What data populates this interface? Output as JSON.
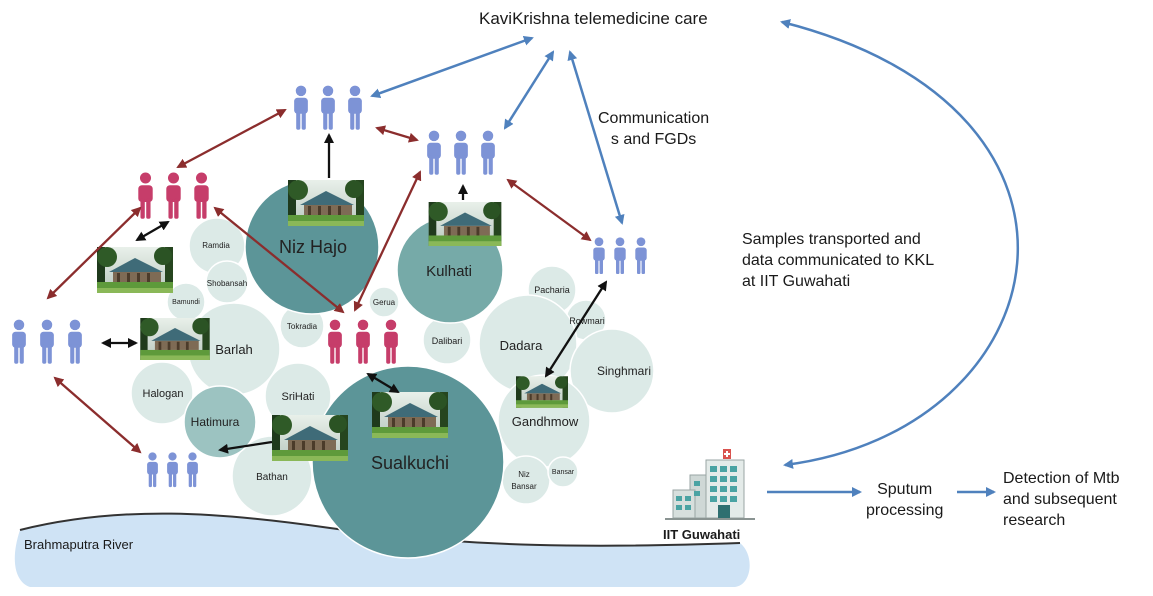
{
  "header": {
    "title": "KaviKrishna telemedicine care"
  },
  "notes": {
    "communications": [
      "Communication",
      "s and FGDs"
    ],
    "samples": [
      "Samples transported and",
      "data communicated to KKL",
      "at IIT Guwahati"
    ],
    "sputum": [
      "Sputum",
      "processing"
    ],
    "detection": [
      "Detection of Mtb",
      "and subsequent",
      "research"
    ]
  },
  "facility": {
    "name": "IIT Guwahati",
    "icon": "hospital-building-icon"
  },
  "river": {
    "name": "Brahmaputra River"
  },
  "villages": {
    "niz_hajo": "Niz Hajo",
    "kulhati": "Kulhati",
    "ramdia": "Ramdia",
    "shobansah": "Shobansah",
    "bamundi": "Bamundi",
    "gerua": "Gerua",
    "tokradia": "Tokradia",
    "pacharia": "Pacharia",
    "rowmari": "Rowmari",
    "dalibari": "Dalibari",
    "dadara": "Dadara",
    "singhmari": "Singhmari",
    "barlah": "Barlah",
    "halogan": "Halogan",
    "srihati": "SriHati",
    "hatimura": "Hatimura",
    "gandhmow": "Gandhmow",
    "sualkuchi": "Sualkuchi",
    "bathan": "Bathan",
    "niz_bansar": [
      "Niz",
      "Bansar"
    ],
    "bansar": "Bansar"
  },
  "colors": {
    "arrow_blue": "#4f81bd",
    "arrow_red": "#8b2d2d",
    "arrow_black": "#111111",
    "people_blue": "#7d93d6",
    "people_red": "#c63d6a",
    "bubble_teal": "#5c9598",
    "bubble_light": "#dceae7",
    "river": "#cfe3f5"
  }
}
